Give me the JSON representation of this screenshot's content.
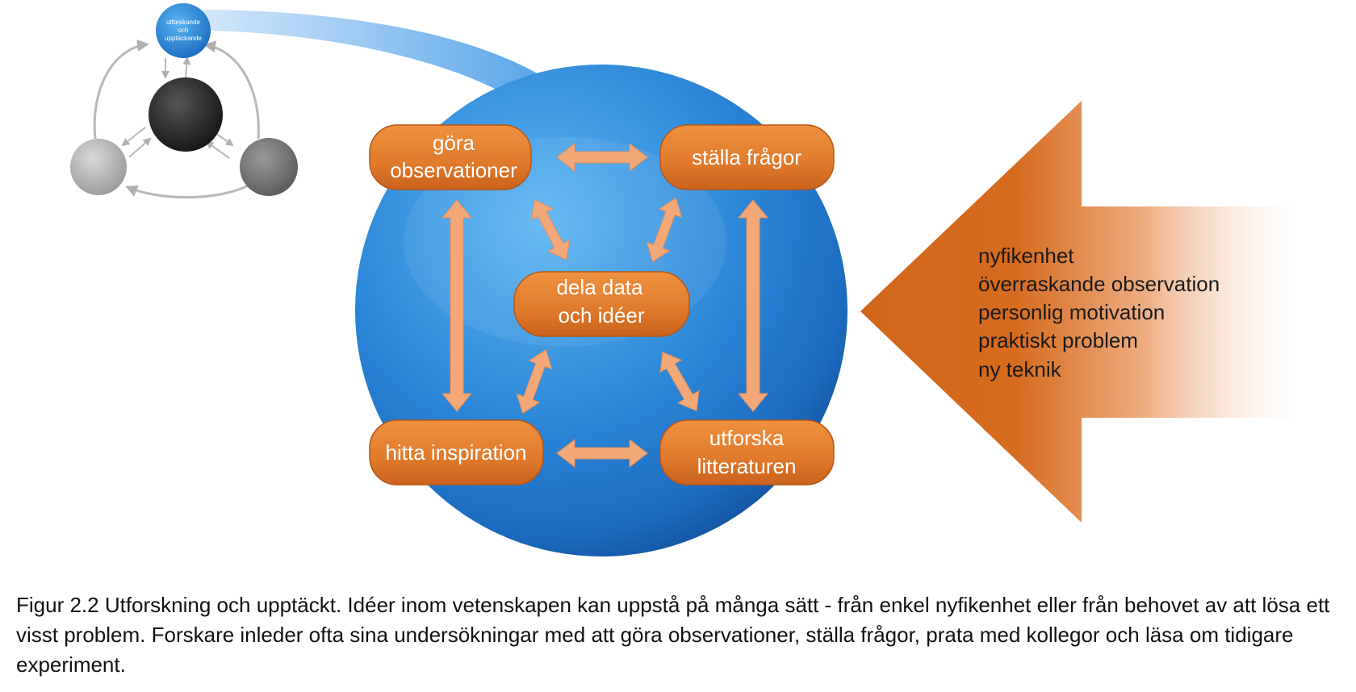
{
  "mini_diagram": {
    "top_node_lines": [
      "utforskande",
      "och",
      "upptäckande"
    ]
  },
  "main_nodes": {
    "observations": [
      "göra",
      "observationer"
    ],
    "questions": [
      "ställa frågor"
    ],
    "share": [
      "dela data",
      "och idéer"
    ],
    "inspiration": [
      "hitta inspiration"
    ],
    "literature": [
      "utforska",
      "litteraturen"
    ]
  },
  "triggers": [
    "nyfikenhet",
    "överraskande observation",
    "personlig motivation",
    "praktiskt problem",
    "ny teknik"
  ],
  "caption": "Figur 2.2 Utforskning och upptäckt. Idéer inom vetenskapen kan uppstå på många sätt - från enkel nyfikenhet eller från behovet av att lösa ett visst problem. Forskare inleder ofta sina undersökningar med att göra observationer, ställa frågor, prata med kollegor och läsa om tidigare experiment.",
  "colors": {
    "sphere_blue": "#2f86d6",
    "node_orange": "#e07a2c",
    "arrow_peach": "#f3a878",
    "big_arrow_orange": "#d66a1d"
  }
}
